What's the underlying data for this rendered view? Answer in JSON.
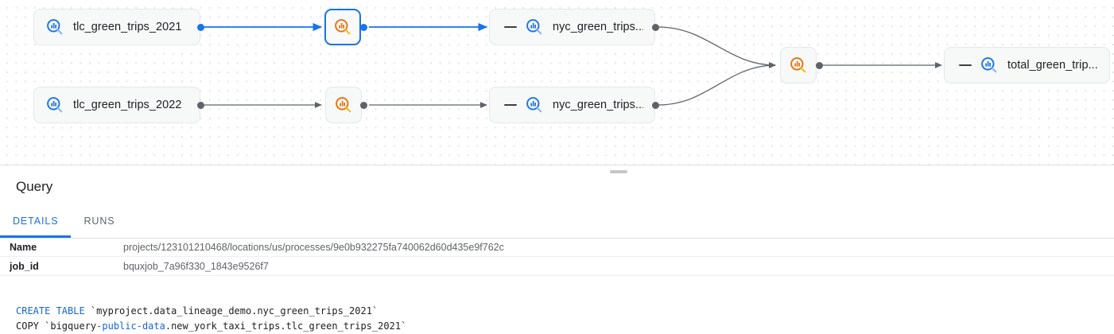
{
  "graph": {
    "nodes": [
      {
        "id": "n1",
        "label": "tlc_green_trips_2021",
        "icon": "table-search-icon",
        "icon_color": "#1a73e8",
        "type": "table",
        "selected": false,
        "collapsed": false
      },
      {
        "id": "n2",
        "label": "tlc_green_trips_2022",
        "icon": "table-search-icon",
        "icon_color": "#1a73e8",
        "type": "table",
        "selected": false,
        "collapsed": false
      },
      {
        "id": "n3",
        "label": "",
        "icon": "process-search-icon",
        "icon_color": "#f29900",
        "type": "process",
        "selected": true,
        "collapsed": false
      },
      {
        "id": "n4",
        "label": "",
        "icon": "process-search-icon",
        "icon_color": "#f29900",
        "type": "process",
        "selected": false,
        "collapsed": false
      },
      {
        "id": "n5",
        "label": "nyc_green_trips...",
        "icon": "table-search-icon",
        "icon_color": "#1a73e8",
        "type": "table",
        "selected": false,
        "collapsed": true
      },
      {
        "id": "n6",
        "label": "nyc_green_trips...",
        "icon": "table-search-icon",
        "icon_color": "#1a73e8",
        "type": "table",
        "selected": false,
        "collapsed": true
      },
      {
        "id": "n7",
        "label": "",
        "icon": "process-search-icon",
        "icon_color": "#f29900",
        "type": "process",
        "selected": false,
        "collapsed": false
      },
      {
        "id": "n8",
        "label": "total_green_trip...",
        "icon": "table-search-icon",
        "icon_color": "#1a73e8",
        "type": "table",
        "selected": false,
        "collapsed": true
      }
    ],
    "edge_colors": {
      "highlight": "#1a73e8",
      "normal": "#5f6368"
    }
  },
  "panel": {
    "title": "Query",
    "drag_handle": "panel-resize-handle",
    "tabs": [
      {
        "id": "details",
        "label": "DETAILS",
        "active": true
      },
      {
        "id": "runs",
        "label": "RUNS",
        "active": false
      }
    ],
    "details": {
      "rows": [
        {
          "key": "Name",
          "value": "projects/123101210468/locations/us/processes/9e0b932275fa740062d60d435e9f762c"
        },
        {
          "key": "job_id",
          "value": "bquxjob_7a96f330_1843e9526f7"
        }
      ]
    },
    "sql": {
      "line1_kw": "CREATE TABLE",
      "line1_rest": " `myproject.data_lineage_demo.nyc_green_trips_2021`",
      "line2_pre": "COPY `bigquery",
      "line2_kw": "-public-data",
      "line2_rest": ".new_york_taxi_trips.tlc_green_trips_2021`"
    }
  }
}
